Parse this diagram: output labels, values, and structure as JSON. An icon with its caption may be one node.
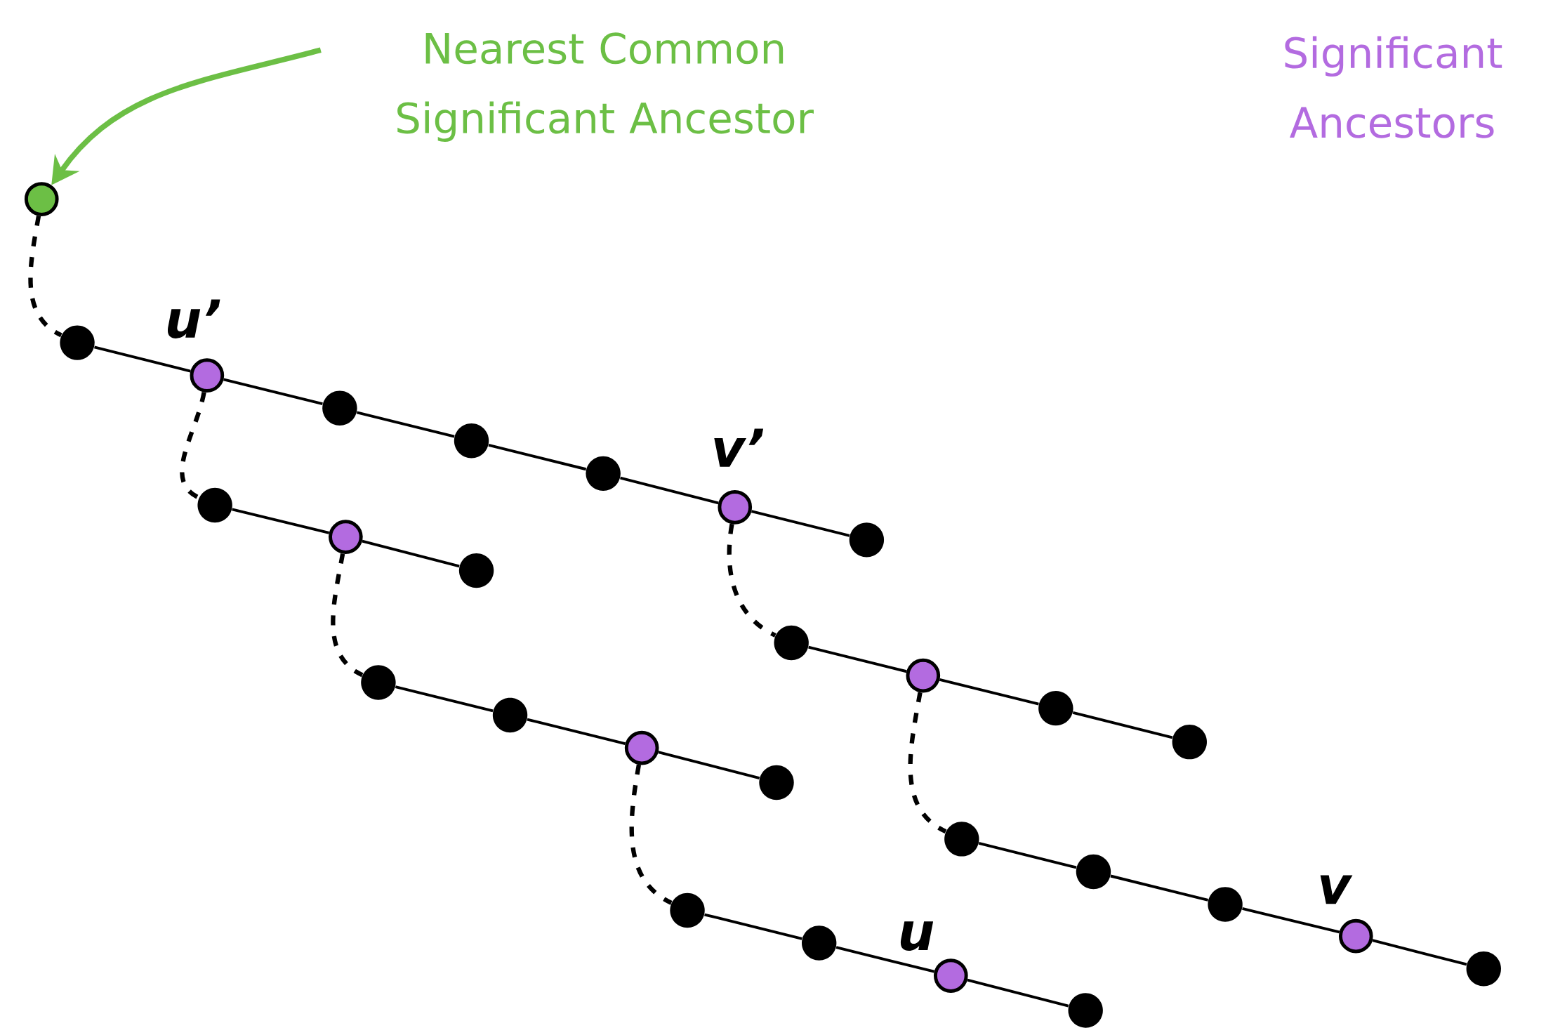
{
  "diagram": {
    "nodes": [
      {
        "text": [
          "Nearest Common Significant Ancestor"
        ]
      },
      {
        "text": [],
        "shape": "circle"
      },
      {
        "text": [],
        "shape": "circle"
      },
      {
        "text": [],
        "shape": "circle",
        "beside": [
          "u’"
        ]
      },
      {
        "text": [],
        "shape": "circle"
      },
      {
        "text": [],
        "shape": "circle"
      },
      {
        "text": [],
        "shape": "circle"
      },
      {
        "text": [],
        "shape": "circle",
        "beside": [
          "v’"
        ]
      },
      {
        "text": [],
        "shape": "circle"
      },
      {
        "text": [],
        "shape": "circle"
      },
      {
        "text": [],
        "shape": "circle"
      },
      {
        "text": [],
        "shape": "circle"
      },
      {
        "text": [],
        "shape": "circle"
      },
      {
        "text": [],
        "shape": "circle"
      },
      {
        "text": [],
        "shape": "circle"
      },
      {
        "text": [],
        "shape": "circle"
      },
      {
        "text": [],
        "shape": "circle"
      },
      {
        "text": [],
        "shape": "circle"
      },
      {
        "text": [],
        "shape": "circle",
        "beside": [
          "u"
        ]
      },
      {
        "text": [],
        "shape": "circle"
      },
      {
        "text": [],
        "shape": "circle"
      },
      {
        "text": [],
        "shape": "circle"
      },
      {
        "text": [],
        "shape": "circle"
      },
      {
        "text": [],
        "shape": "circle"
      },
      {
        "text": [],
        "shape": "circle"
      },
      {
        "text": [],
        "shape": "circle"
      },
      {
        "text": [],
        "shape": "circle"
      },
      {
        "text": [],
        "shape": "circle",
        "beside": [
          "v"
        ]
      },
      {
        "text": [],
        "shape": "circle"
      }
    ],
    "edges": [
      {
        "from": 0,
        "to": 1,
        "arrow": "to",
        "style": "thick",
        "color": "#6cbf45"
      },
      {
        "from": 1,
        "to": 2,
        "arrow": "none",
        "style": "dashed"
      },
      {
        "from": 2,
        "to": 3,
        "arrow": "none"
      },
      {
        "from": 3,
        "to": 4,
        "arrow": "none"
      },
      {
        "from": 4,
        "to": 5,
        "arrow": "none"
      },
      {
        "from": 5,
        "to": 6,
        "arrow": "none"
      },
      {
        "from": 6,
        "to": 7,
        "arrow": "none"
      },
      {
        "from": 7,
        "to": 8,
        "arrow": "none"
      },
      {
        "from": 3,
        "to": 9,
        "arrow": "none",
        "style": "dashed"
      },
      {
        "from": 9,
        "to": 10,
        "arrow": "none"
      },
      {
        "from": 10,
        "to": 11,
        "arrow": "none"
      },
      {
        "from": 10,
        "to": 12,
        "arrow": "none",
        "style": "dashed"
      },
      {
        "from": 12,
        "to": 13,
        "arrow": "none"
      },
      {
        "from": 13,
        "to": 14,
        "arrow": "none"
      },
      {
        "from": 14,
        "to": 15,
        "arrow": "none"
      },
      {
        "from": 14,
        "to": 16,
        "arrow": "none",
        "style": "dashed"
      },
      {
        "from": 16,
        "to": 17,
        "arrow": "none"
      },
      {
        "from": 17,
        "to": 18,
        "arrow": "none"
      },
      {
        "from": 18,
        "to": 19,
        "arrow": "none"
      },
      {
        "from": 7,
        "to": 20,
        "arrow": "none",
        "style": "dashed"
      },
      {
        "from": 20,
        "to": 21,
        "arrow": "none"
      },
      {
        "from": 21,
        "to": 22,
        "arrow": "none"
      },
      {
        "from": 22,
        "to": 23,
        "arrow": "none"
      },
      {
        "from": 21,
        "to": 24,
        "arrow": "none",
        "style": "dashed"
      },
      {
        "from": 24,
        "to": 25,
        "arrow": "none"
      },
      {
        "from": 25,
        "to": 26,
        "arrow": "none"
      },
      {
        "from": 26,
        "to": 27,
        "arrow": "none"
      },
      {
        "from": 27,
        "to": 28,
        "arrow": "none"
      }
    ],
    "labels": [
      "Significant Ancestors"
    ]
  }
}
